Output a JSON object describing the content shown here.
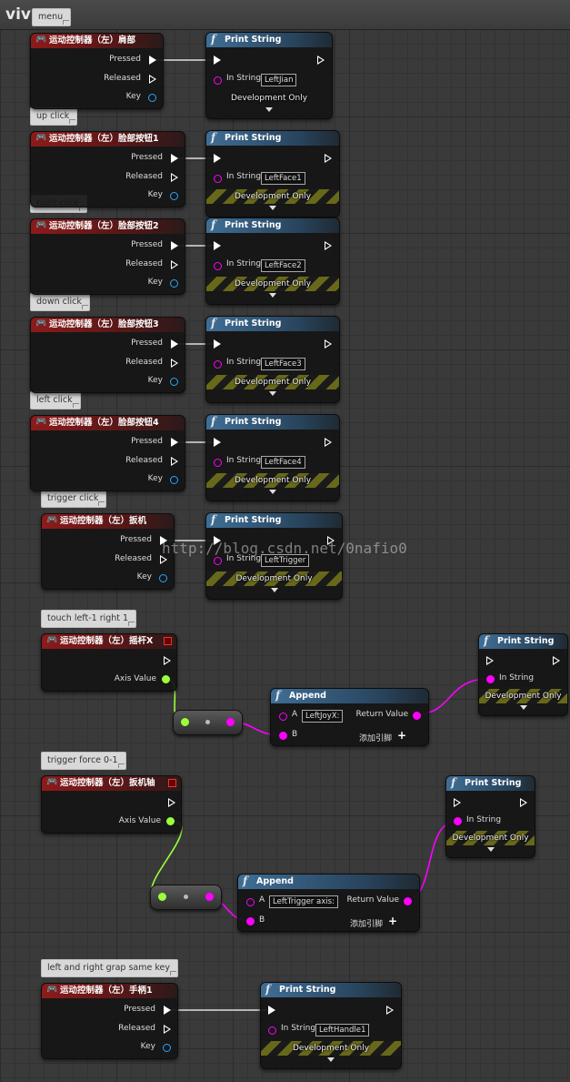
{
  "title": "viv",
  "comments": [
    "menu",
    "up click",
    "right click",
    "down click",
    "left click",
    "trigger click",
    "touch left-1 right 1",
    "trigger force 0-1",
    "left and right grap same key"
  ],
  "events": [
    {
      "title": "运动控制器（左）肩部",
      "pressed": "Pressed",
      "released": "Released",
      "key": "Key"
    },
    {
      "title": "运动控制器（左）脸部按钮1",
      "pressed": "Pressed",
      "released": "Released",
      "key": "Key"
    },
    {
      "title": "运动控制器（左）脸部按钮2",
      "pressed": "Pressed",
      "released": "Released",
      "key": "Key"
    },
    {
      "title": "运动控制器（左）脸部按钮3",
      "pressed": "Pressed",
      "released": "Released",
      "key": "Key"
    },
    {
      "title": "运动控制器（左）脸部按钮4",
      "pressed": "Pressed",
      "released": "Released",
      "key": "Key"
    },
    {
      "title": "运动控制器（左）扳机",
      "pressed": "Pressed",
      "released": "Released",
      "key": "Key"
    },
    {
      "title": "运动控制器（左）手柄1",
      "pressed": "Pressed",
      "released": "Released",
      "key": "Key"
    }
  ],
  "axis_events": [
    {
      "title": "运动控制器（左）摇杆X",
      "axis": "Axis Value"
    },
    {
      "title": "运动控制器（左）扳机轴",
      "axis": "Axis Value"
    }
  ],
  "prints": [
    {
      "title": "Print String",
      "in_label": "In String",
      "value": "LeftJian",
      "dev": "Development Only"
    },
    {
      "title": "Print String",
      "in_label": "In String",
      "value": "LeftFace1",
      "dev": "Development Only"
    },
    {
      "title": "Print String",
      "in_label": "In String",
      "value": "LeftFace2",
      "dev": "Development Only"
    },
    {
      "title": "Print String",
      "in_label": "In String",
      "value": "LeftFace3",
      "dev": "Development Only"
    },
    {
      "title": "Print String",
      "in_label": "In String",
      "value": "LeftFace4",
      "dev": "Development Only"
    },
    {
      "title": "Print String",
      "in_label": "In String",
      "value": "LeftTrigger",
      "dev": "Development Only"
    },
    {
      "title": "Print String",
      "in_label": "In String",
      "value": "LeftHandle1",
      "dev": "Development Only"
    }
  ],
  "prints_open": [
    {
      "title": "Print String",
      "in_label": "In String",
      "dev": "Development Only"
    },
    {
      "title": "Print String",
      "in_label": "In String",
      "dev": "Development Only"
    }
  ],
  "appends": [
    {
      "title": "Append",
      "a": "A",
      "b": "B",
      "a_value": "LeftJoyX:",
      "ret": "Return Value",
      "add": "添加引脚"
    },
    {
      "title": "Append",
      "a": "A",
      "b": "B",
      "a_value": "LeftTrigger axis:",
      "ret": "Return Value",
      "add": "添加引脚"
    }
  ],
  "watermark": "http://blog.csdn.net/0nafio0",
  "colors": {
    "event_header": "#8e1a1a",
    "function_header": "#3f6e96",
    "exec_wire": "#ffffff",
    "string_wire": "#ff00ff",
    "float_wire": "#9bff3a"
  }
}
